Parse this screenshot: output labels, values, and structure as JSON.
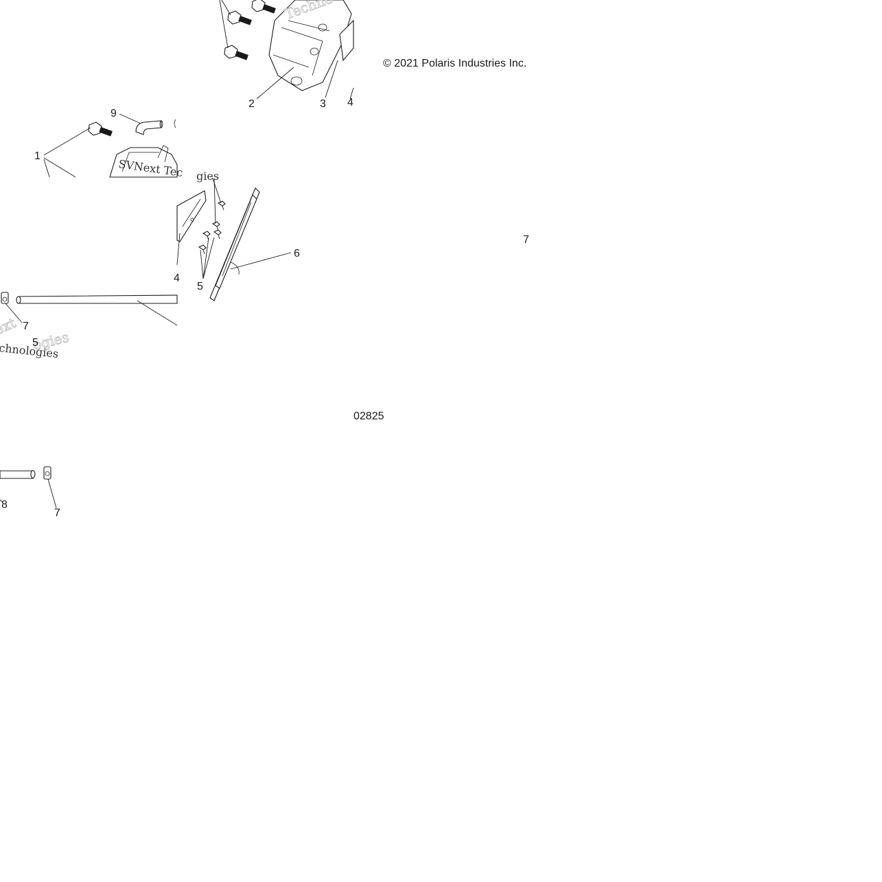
{
  "copyright": "© 2021 Polaris Industries Inc.",
  "drawing_number": "02825",
  "callouts": {
    "c1": "1",
    "c2": "2",
    "c3": "3",
    "c4": "4",
    "c5a": "5",
    "c5b": "5",
    "c6": "6",
    "c7a": "7",
    "c7b": "7",
    "c8": "8",
    "c9": "9",
    "c7c": "7"
  },
  "watermark": {
    "w1": "Techno",
    "w2": "SVNext Tec",
    "w3": "gies",
    "w4": "ext",
    "w5": "ogies",
    "w6": "chnologies"
  }
}
